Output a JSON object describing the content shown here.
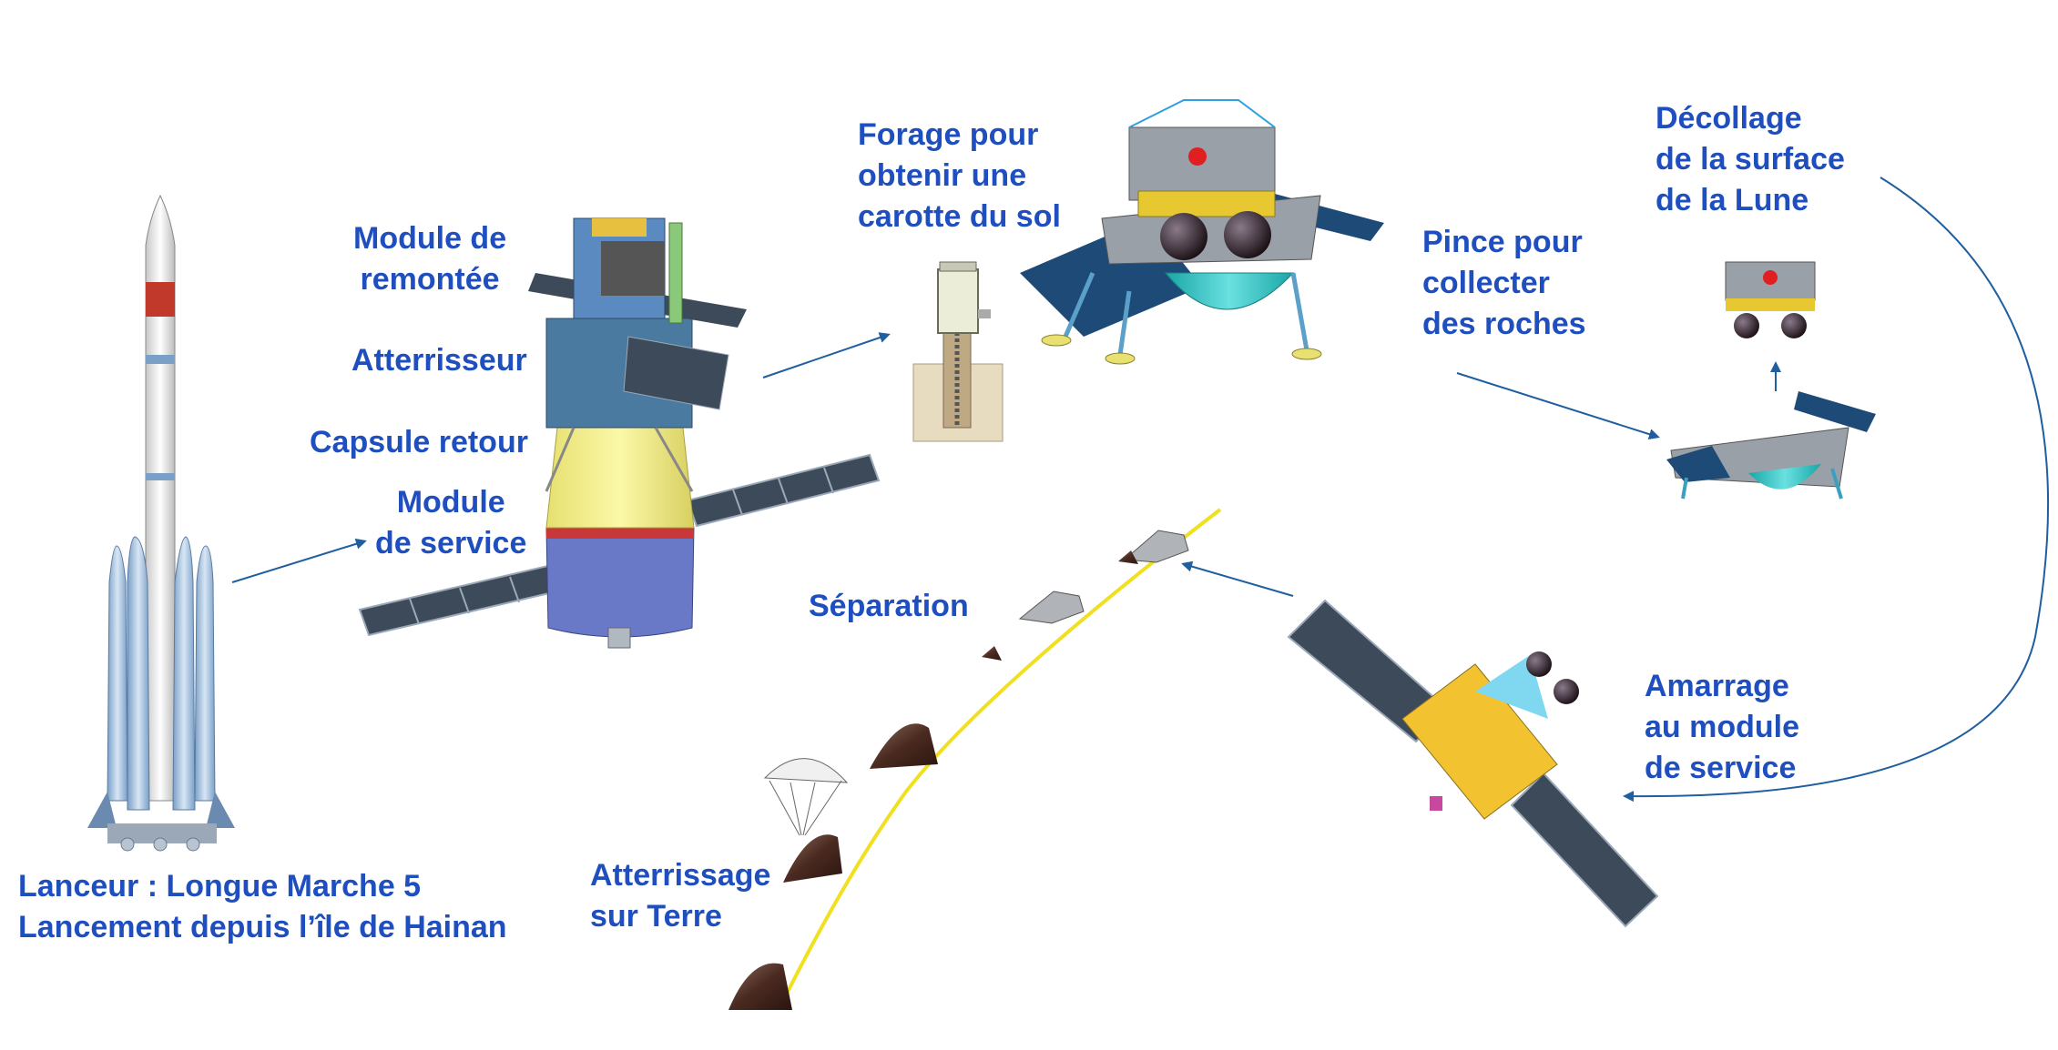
{
  "labels": {
    "launcher": {
      "line1": "Lanceur : Longue Marche 5",
      "line2": "Lancement depuis l’île de Hainan"
    },
    "ascent_module": {
      "line1": "Module de",
      "line2": "remontée"
    },
    "lander": "Atterrisseur",
    "return_capsule": "Capsule retour",
    "service_module": {
      "line1": "Module",
      "line2": "de service"
    },
    "drilling": {
      "line1": "Forage pour",
      "line2": "obtenir  une",
      "line3": "carotte du sol"
    },
    "scoop": {
      "line1": "Pince pour",
      "line2": "collecter",
      "line3": "des roches"
    },
    "liftoff": {
      "line1": "Décollage",
      "line2": "de la surface",
      "line3": "de la Lune"
    },
    "docking": {
      "line1": "Amarrage",
      "line2": "au module",
      "line3": "de service"
    },
    "separation": "Séparation",
    "earth_landing": {
      "line1": "Atterrissage",
      "line2": "sur Terre"
    }
  },
  "colors": {
    "label_text": "#1f4fbf",
    "arrow": "#1f5fa0",
    "trajectory": "#f0e020",
    "solar_panel": "#3c4a5a",
    "capsule": "#5a3a2a",
    "gold_foil": "#f2c230",
    "cyan_tank": "#3cc8c8"
  },
  "icons": [
    "rocket-icon",
    "spacecraft-stack-icon",
    "drill-icon",
    "lander-icon",
    "ascender-icon",
    "orbiter-icon",
    "capsule-icon",
    "parachute-icon"
  ]
}
